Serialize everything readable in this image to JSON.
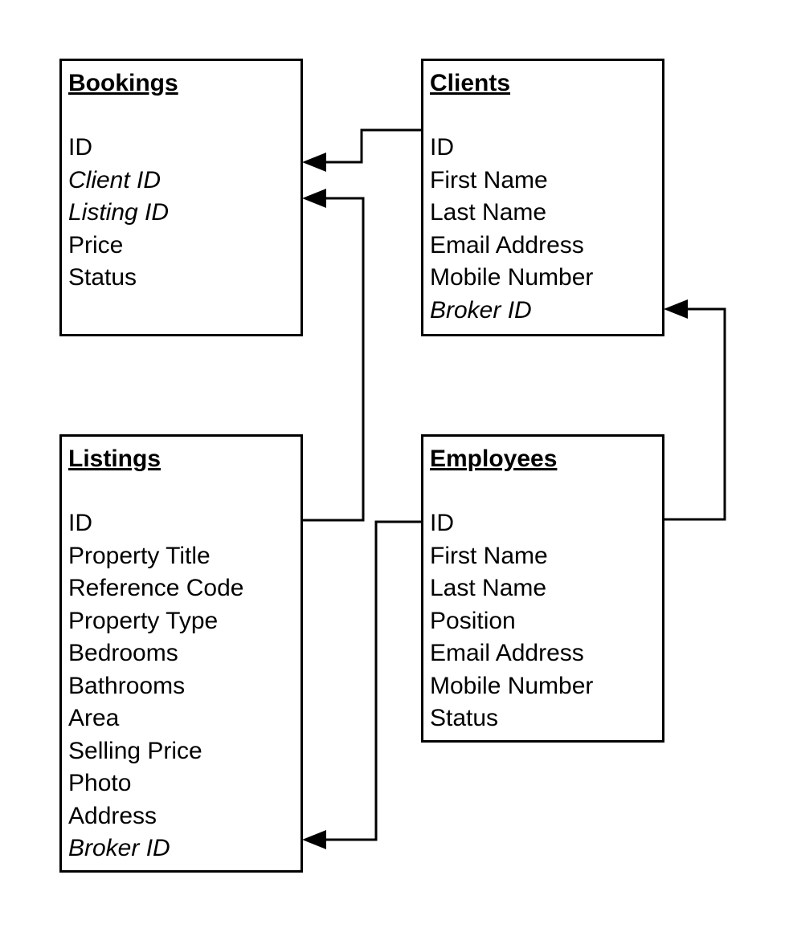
{
  "entities": {
    "bookings": {
      "title": "Bookings",
      "fields": [
        {
          "label": "ID",
          "fk": false
        },
        {
          "label": "Client ID",
          "fk": true
        },
        {
          "label": "Listing ID",
          "fk": true
        },
        {
          "label": "Price",
          "fk": false
        },
        {
          "label": "Status",
          "fk": false
        }
      ]
    },
    "clients": {
      "title": "Clients",
      "fields": [
        {
          "label": "ID",
          "fk": false
        },
        {
          "label": "First Name",
          "fk": false
        },
        {
          "label": "Last Name",
          "fk": false
        },
        {
          "label": "Email Address",
          "fk": false
        },
        {
          "label": "Mobile Number",
          "fk": false
        },
        {
          "label": "Broker ID",
          "fk": true
        }
      ]
    },
    "listings": {
      "title": "Listings",
      "fields": [
        {
          "label": "ID",
          "fk": false
        },
        {
          "label": "Property Title",
          "fk": false
        },
        {
          "label": "Reference Code",
          "fk": false
        },
        {
          "label": "Property Type",
          "fk": false
        },
        {
          "label": "Bedrooms",
          "fk": false
        },
        {
          "label": "Bathrooms",
          "fk": false
        },
        {
          "label": "Area",
          "fk": false
        },
        {
          "label": "Selling Price",
          "fk": false
        },
        {
          "label": "Photo",
          "fk": false
        },
        {
          "label": "Address",
          "fk": false
        },
        {
          "label": "Broker ID",
          "fk": true
        }
      ]
    },
    "employees": {
      "title": "Employees",
      "fields": [
        {
          "label": "ID",
          "fk": false
        },
        {
          "label": "First Name",
          "fk": false
        },
        {
          "label": "Last Name",
          "fk": false
        },
        {
          "label": "Position",
          "fk": false
        },
        {
          "label": "Email Address",
          "fk": false
        },
        {
          "label": "Mobile Number",
          "fk": false
        },
        {
          "label": "Status",
          "fk": false
        }
      ]
    }
  },
  "relationships": [
    {
      "from": "clients.ID",
      "to": "bookings.Client ID"
    },
    {
      "from": "listings.ID",
      "to": "bookings.Listing ID"
    },
    {
      "from": "employees.ID",
      "to": "clients.Broker ID"
    },
    {
      "from": "employees.ID",
      "to": "listings.Broker ID"
    }
  ],
  "colors": {
    "line": "#000000",
    "background": "#ffffff"
  }
}
